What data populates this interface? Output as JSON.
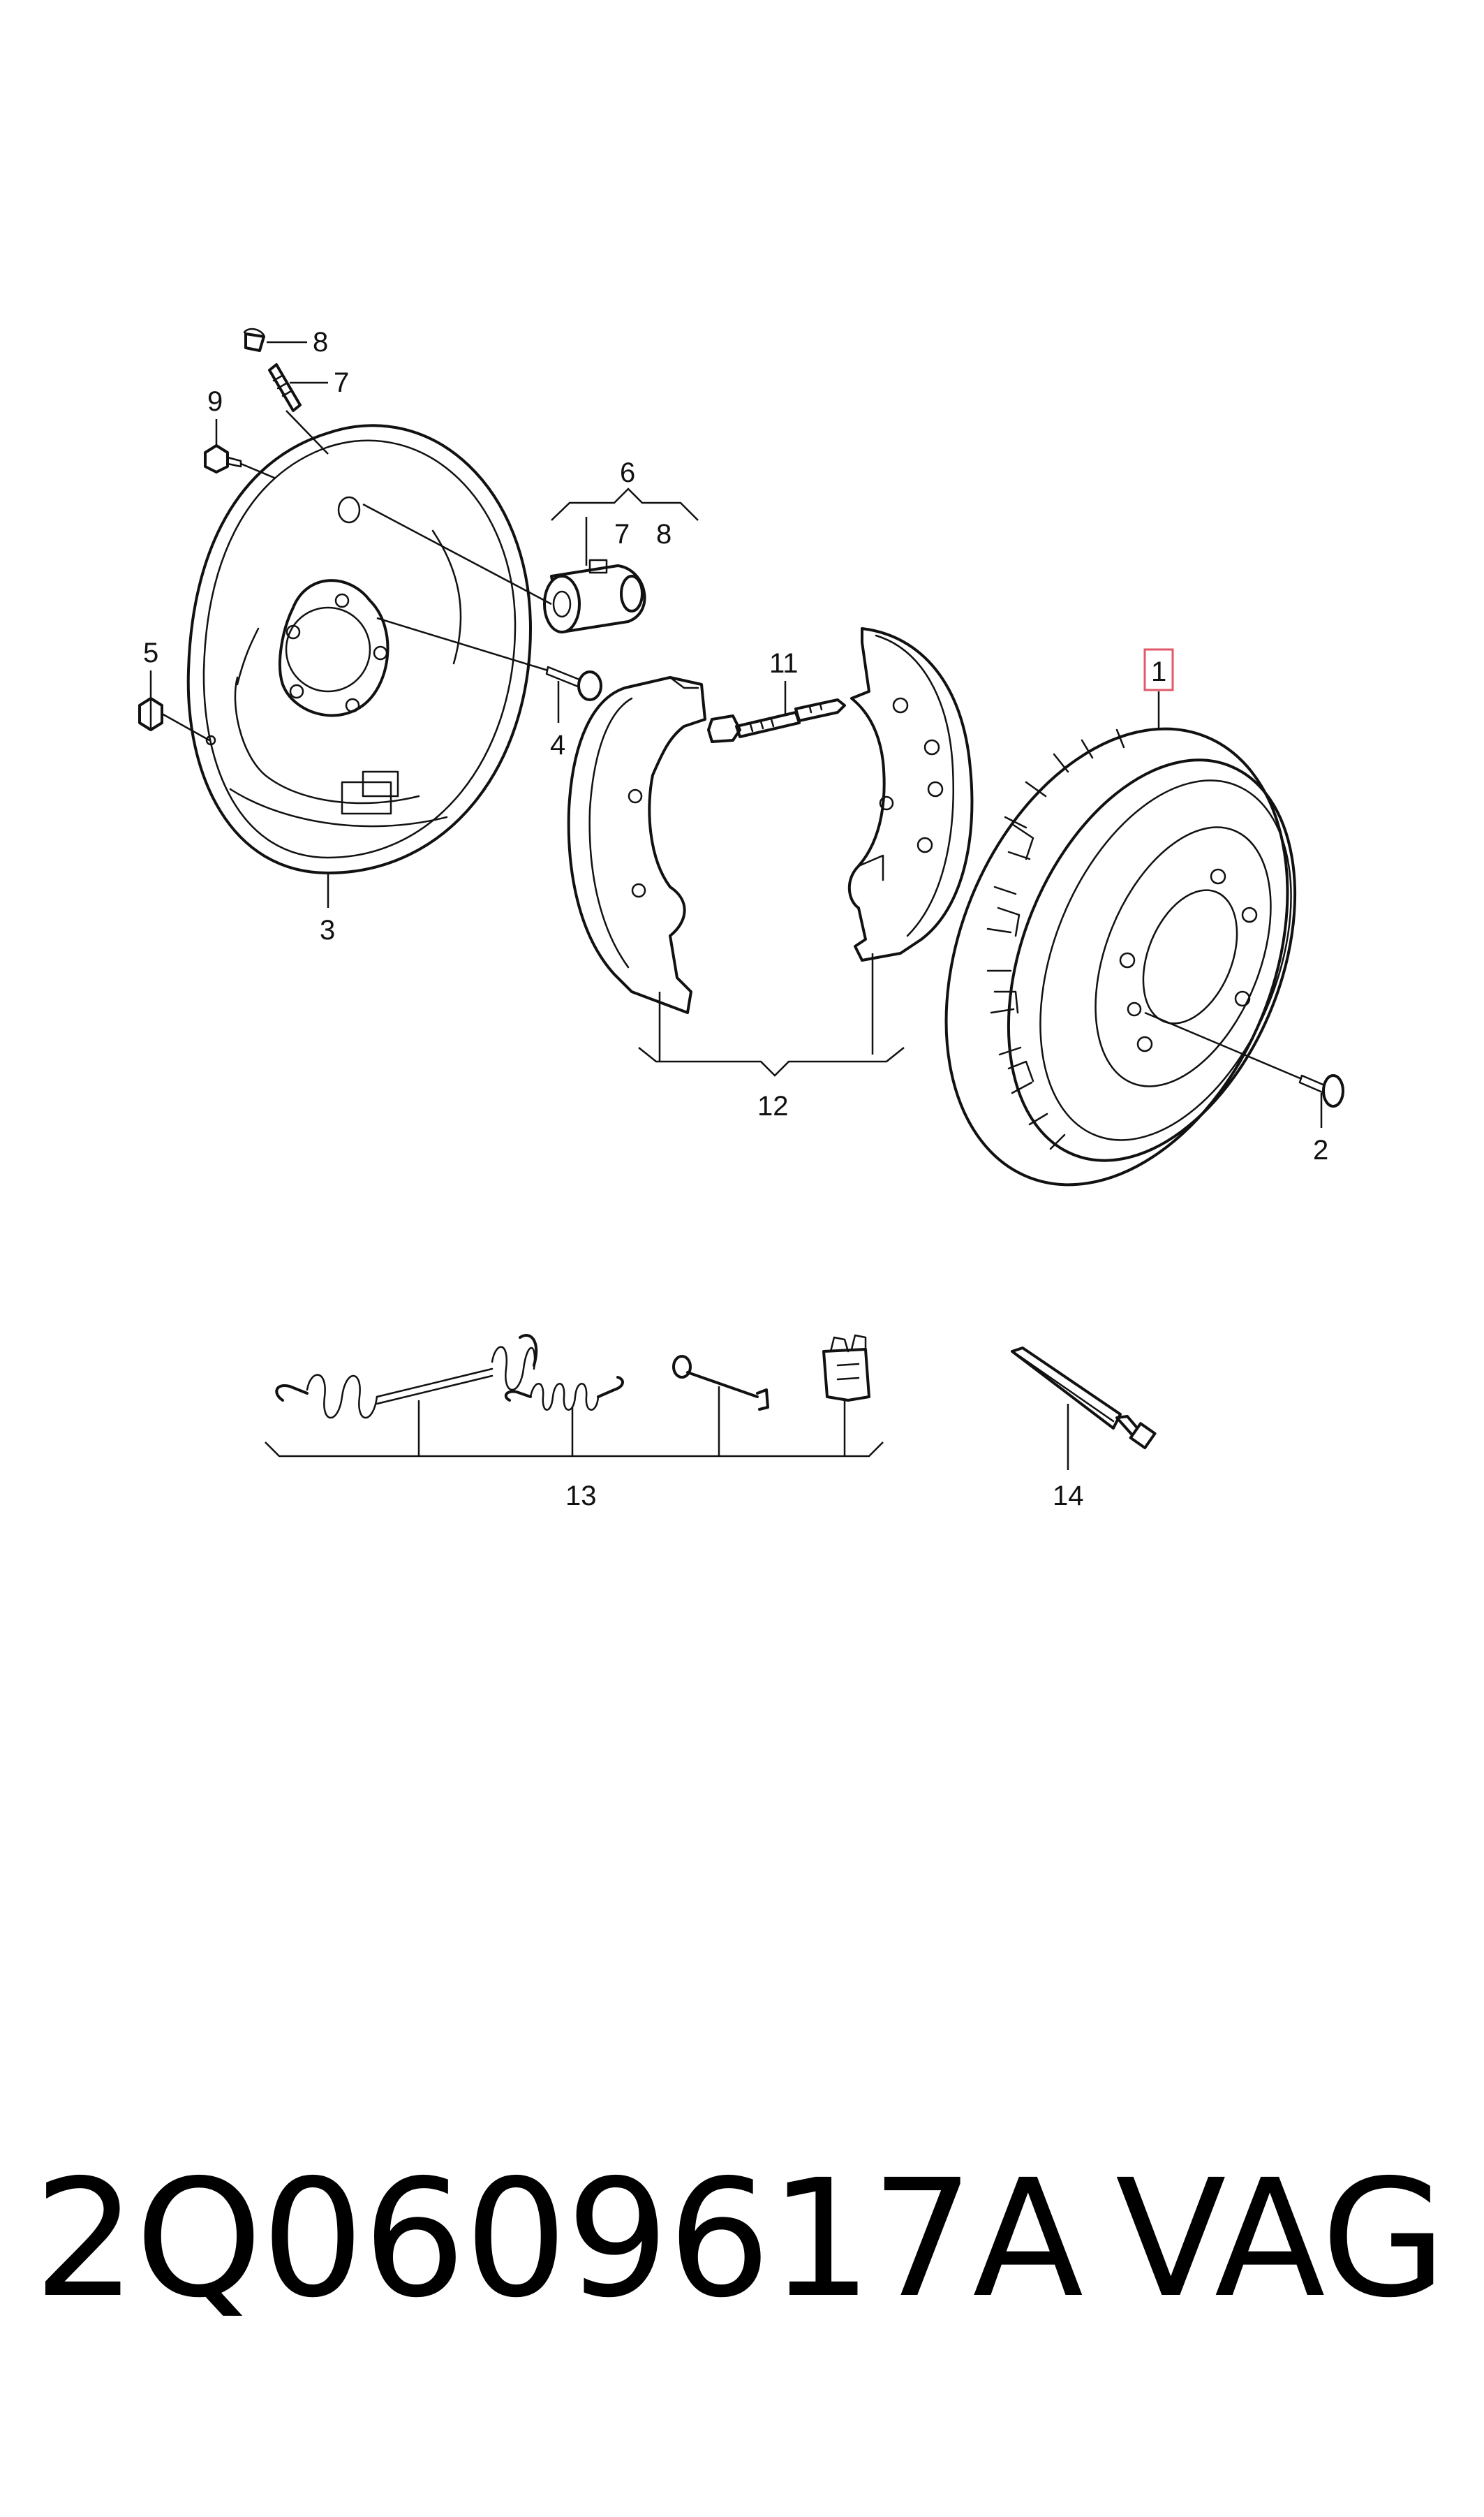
{
  "callouts": {
    "c1": "1",
    "c2": "2",
    "c3": "3",
    "c4": "4",
    "c5": "5",
    "c6": "6",
    "c7a": "7",
    "c8a": "8",
    "c7b": "7",
    "c8b": "8",
    "c9": "9",
    "c11": "11",
    "c12": "12",
    "c13": "13",
    "c14": "14"
  },
  "highlighted_callout": "1",
  "colors": {
    "line": "#111111",
    "highlight": "#e05a6a",
    "background": "#ffffff"
  },
  "footer": {
    "part_number": "2Q0609617A",
    "brand": "VAG"
  }
}
